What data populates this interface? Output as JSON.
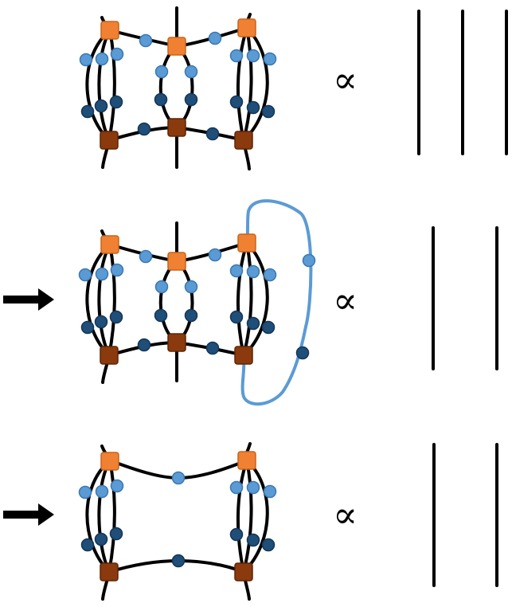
{
  "symbols": {
    "proportional": "∝"
  },
  "colors": {
    "wire": "#000000",
    "upper_tensor": "#F08133",
    "upper_tensor_border": "#C8641A",
    "lower_tensor": "#8A3A0C",
    "lower_tensor_border": "#5E2506",
    "light_node": "#5B9BD5",
    "light_node_border": "#3B78B0",
    "dark_node": "#1F4E79",
    "dark_node_border": "#143656",
    "trace_loop": "#5B9BD5",
    "arrow": "#000000"
  },
  "rows": [
    {
      "id": "row-1",
      "arrow": false,
      "blocks": 3,
      "trace_loop": false,
      "rhs_lines": 3
    },
    {
      "id": "row-2",
      "arrow": true,
      "blocks": 3,
      "trace_loop": true,
      "rhs_lines": 2
    },
    {
      "id": "row-3",
      "arrow": true,
      "blocks": 2,
      "trace_loop": false,
      "rhs_lines": 2
    }
  ]
}
